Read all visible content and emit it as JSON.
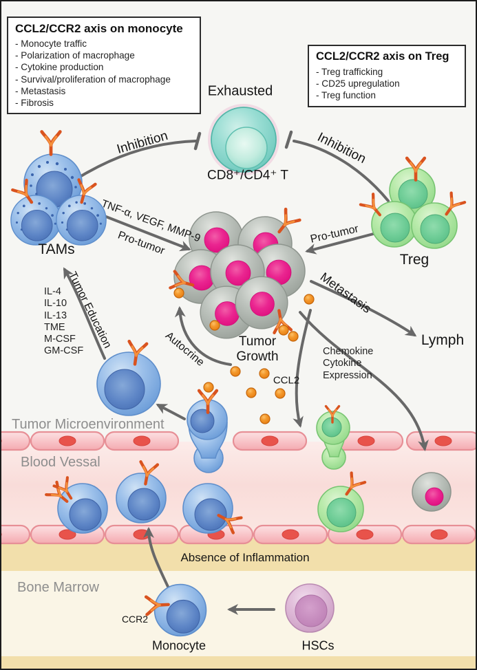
{
  "boxes": {
    "monocyte": {
      "title": "CCL2/CCR2 axis on monocyte",
      "items": [
        "- Monocyte traffic",
        "- Polarization of macrophage",
        "- Cytokine production",
        "- Survival/proliferation of macrophage",
        "- Metastasis",
        "- Fibrosis"
      ]
    },
    "treg": {
      "title": "CCL2/CCR2 axis on Treg",
      "items": [
        "- Treg trafficking",
        "- CD25 upregulation",
        "- Treg function"
      ]
    }
  },
  "labels": {
    "exhausted": "Exhausted",
    "cd8_cd4_t": "CD8⁺/CD4⁺ T",
    "tams": "TAMs",
    "treg": "Treg",
    "tumor_line1": "Tumor",
    "tumor_line2": "Growth",
    "lymph": "Lymph",
    "monocyte": "Monocyte",
    "hscs": "HSCs"
  },
  "arrows": {
    "inhibition_left": "Inhibition",
    "inhibition_right": "Inhibition",
    "tnf_vegf_mmp9": "TNF-α, VEGF, MMP-9",
    "pro_tumor_left": "Pro-tumor",
    "pro_tumor_right": "Pro-tumor",
    "tumor_education": "Tumor Education",
    "autocrine": "Autocrine",
    "metastasis": "Metastasis"
  },
  "molecules": {
    "cytokine_list": [
      "IL-4",
      "IL-10",
      "IL-13",
      "TME",
      "M-CSF",
      "GM-CSF"
    ],
    "chemokine_lines": [
      "Chemokine",
      "Cytokine",
      "Expression"
    ],
    "ccl2": "CCL2",
    "ccr2": "CCR2"
  },
  "regions": {
    "tumor_microenvironment": "Tumor Microenvironment",
    "blood_vessel": "Blood Vessal",
    "absence_of_inflammation": "Absence of Inflammation",
    "bone_marrow": "Bone Marrow"
  },
  "colors": {
    "arrow_gray": "#686868",
    "monocyte_blue": "#7fb0e0",
    "treg_green": "#a5e49c",
    "exhausted_teal": "#8fd8cf",
    "tumor_gray": "#b4bab4",
    "tumor_nucleus_pink": "#e82492",
    "hsc_purple": "#dcb0d6",
    "ccl2_dot_orange": "#f08a28",
    "receptor_orange": "#d9531f",
    "vessel_wall_pink": "#f8c3c7",
    "vessel_nucleus_red": "#e8534b",
    "band_tan": "#f2dfab",
    "region_label_gray": "#8e8e8e"
  }
}
